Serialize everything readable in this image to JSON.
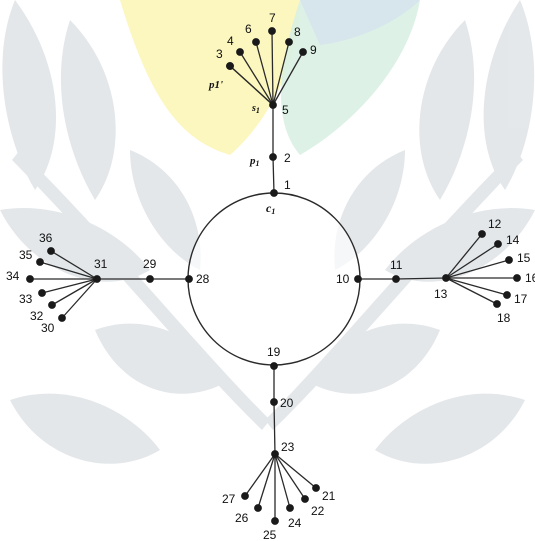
{
  "colors": {
    "background": "#ffffff",
    "watermark_leaf": "#c9d1d6",
    "watermark_yellow": "#fbf6b4",
    "watermark_green": "#d9f0e3",
    "watermark_blue": "#d6e2ef",
    "edge": "#2a2a2a",
    "vertex": "#1a1a1a"
  },
  "graph": {
    "cycle_label": "c1",
    "special_labels": [
      {
        "id": "p1",
        "text": "p1"
      },
      {
        "id": "p1p",
        "text": "p1'"
      },
      {
        "id": "s1",
        "text": "s1"
      },
      {
        "id": "c1",
        "text": "c1"
      }
    ],
    "vertices": [
      {
        "id": "1",
        "label": "1"
      },
      {
        "id": "2",
        "label": "2"
      },
      {
        "id": "3",
        "label": "3"
      },
      {
        "id": "4",
        "label": "4"
      },
      {
        "id": "5",
        "label": "5"
      },
      {
        "id": "6",
        "label": "6"
      },
      {
        "id": "7",
        "label": "7"
      },
      {
        "id": "8",
        "label": "8"
      },
      {
        "id": "9",
        "label": "9"
      },
      {
        "id": "p1p",
        "label": ""
      },
      {
        "id": "10",
        "label": "10"
      },
      {
        "id": "11",
        "label": "11"
      },
      {
        "id": "12",
        "label": "12"
      },
      {
        "id": "13",
        "label": "13"
      },
      {
        "id": "14",
        "label": "14"
      },
      {
        "id": "15",
        "label": "15"
      },
      {
        "id": "16",
        "label": "16"
      },
      {
        "id": "17",
        "label": "17"
      },
      {
        "id": "18",
        "label": "18"
      },
      {
        "id": "19",
        "label": "19"
      },
      {
        "id": "20",
        "label": "20"
      },
      {
        "id": "21",
        "label": "21"
      },
      {
        "id": "22",
        "label": "22"
      },
      {
        "id": "23",
        "label": "23"
      },
      {
        "id": "24",
        "label": "24"
      },
      {
        "id": "25",
        "label": "25"
      },
      {
        "id": "26",
        "label": "26"
      },
      {
        "id": "27",
        "label": "27"
      },
      {
        "id": "28",
        "label": "28"
      },
      {
        "id": "29",
        "label": "29"
      },
      {
        "id": "30",
        "label": "30"
      },
      {
        "id": "31",
        "label": "31"
      },
      {
        "id": "32",
        "label": "32"
      },
      {
        "id": "33",
        "label": "33"
      },
      {
        "id": "34",
        "label": "34"
      },
      {
        "id": "35",
        "label": "35"
      },
      {
        "id": "36",
        "label": "36"
      }
    ],
    "edges": [
      [
        "1",
        "2"
      ],
      [
        "2",
        "5"
      ],
      [
        "5",
        "p1p"
      ],
      [
        "5",
        "3"
      ],
      [
        "5",
        "4"
      ],
      [
        "5",
        "6"
      ],
      [
        "5",
        "7"
      ],
      [
        "5",
        "8"
      ],
      [
        "5",
        "9"
      ],
      [
        "10",
        "11"
      ],
      [
        "11",
        "13"
      ],
      [
        "13",
        "12"
      ],
      [
        "13",
        "14"
      ],
      [
        "13",
        "15"
      ],
      [
        "13",
        "16"
      ],
      [
        "13",
        "17"
      ],
      [
        "13",
        "18"
      ],
      [
        "19",
        "20"
      ],
      [
        "20",
        "23"
      ],
      [
        "23",
        "21"
      ],
      [
        "23",
        "22"
      ],
      [
        "23",
        "24"
      ],
      [
        "23",
        "25"
      ],
      [
        "23",
        "26"
      ],
      [
        "23",
        "27"
      ],
      [
        "28",
        "29"
      ],
      [
        "29",
        "31"
      ],
      [
        "31",
        "30"
      ],
      [
        "31",
        "32"
      ],
      [
        "31",
        "33"
      ],
      [
        "31",
        "34"
      ],
      [
        "31",
        "35"
      ],
      [
        "31",
        "36"
      ]
    ]
  }
}
